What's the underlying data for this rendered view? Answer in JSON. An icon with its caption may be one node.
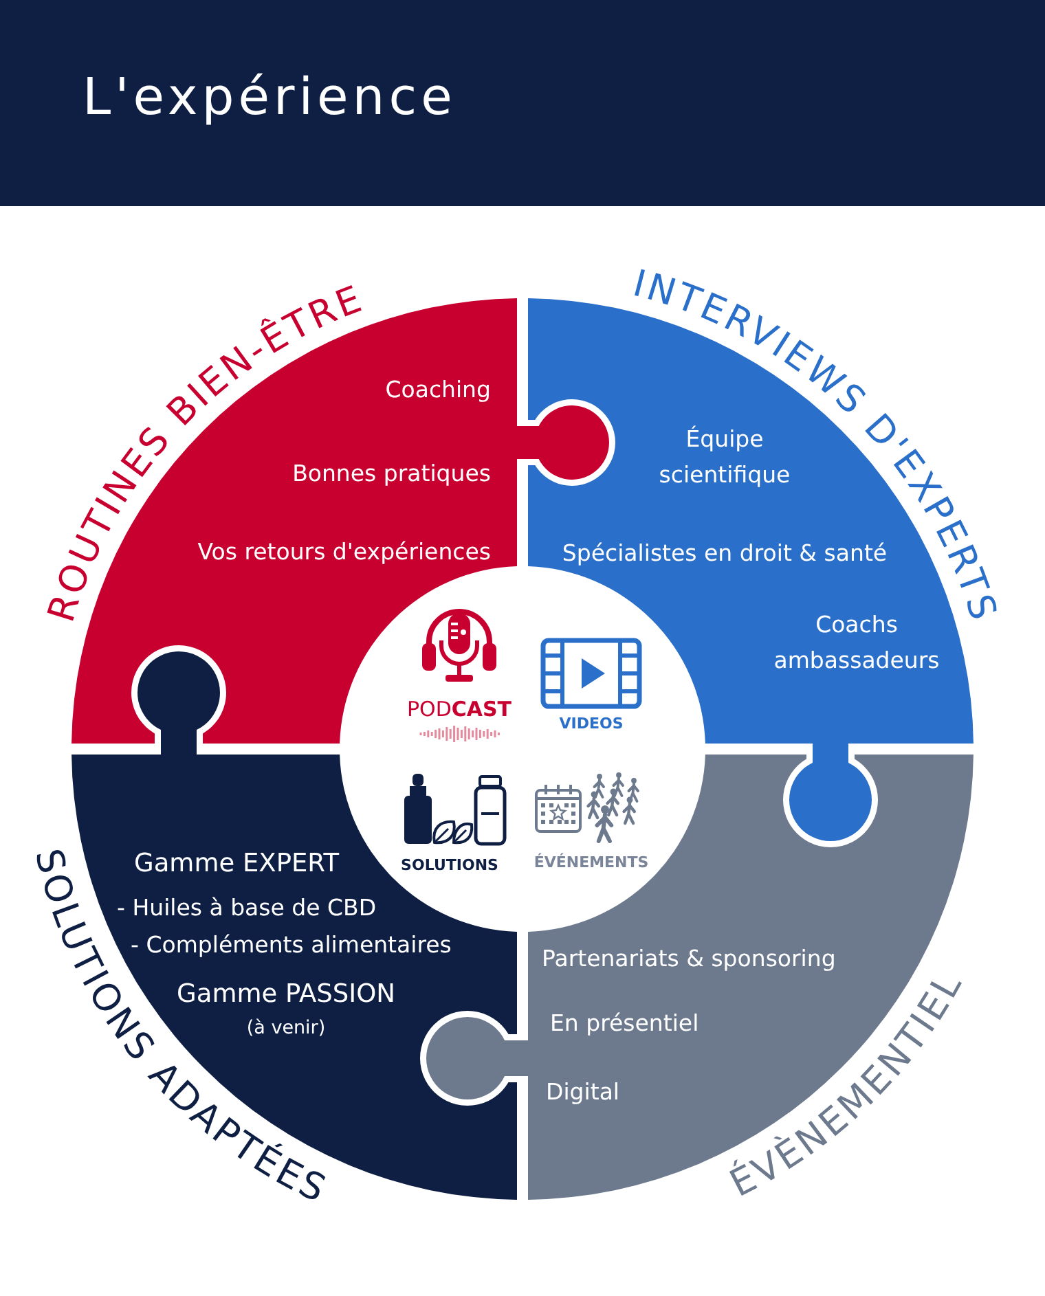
{
  "diagram": {
    "title": "L'expérience",
    "nodes": [
      {
        "text": [
          "ROUTINES BIEN-ÊTRE",
          "Coaching",
          "Bonnes pratiques",
          "Vos retours d'expériences"
        ]
      },
      {
        "text": [
          "INTERVIEWS D'EXPERTS",
          "Équipe scientifique",
          "Spécialistes en droit & santé",
          "Coachs ambassadeurs"
        ]
      },
      {
        "text": [
          "SOLUTIONS ADAPTÉES",
          "Gamme EXPERT",
          "- Huiles à base de CBD",
          "- Compléments alimentaires",
          "Gamme PASSION",
          "(à venir)"
        ]
      },
      {
        "text": [
          "ÉVÈNEMENTIEL",
          "Partenariats & sponsoring",
          "En présentiel",
          "Digital"
        ]
      },
      {
        "text": [
          "POD**CAST**",
          "VIDEOS",
          "SOLUTIONS",
          "ÉVÉNEMENTS"
        ]
      }
    ]
  }
}
